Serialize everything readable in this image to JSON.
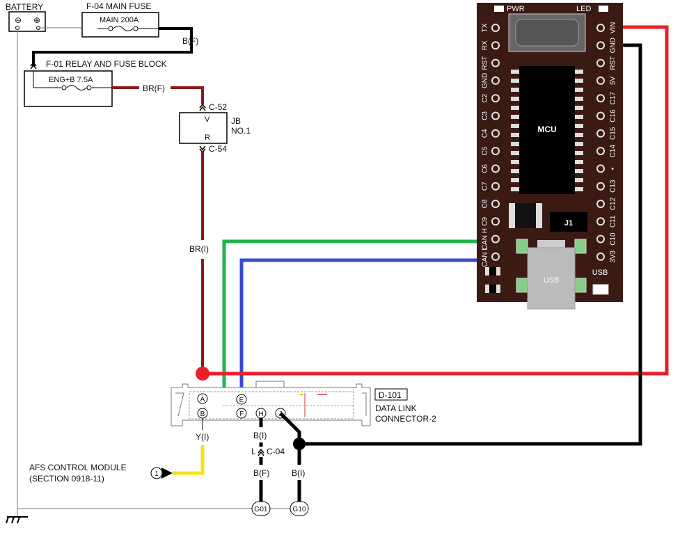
{
  "battery": {
    "label": "BATTERY",
    "minus": "⊖",
    "plus": "⊕"
  },
  "main_fuse": {
    "label": "F-04  MAIN FUSE",
    "value": "MAIN 200A",
    "wire": "B(F)"
  },
  "relay_block": {
    "label": "F-01  RELAY AND FUSE BLOCK",
    "fuse": "ENG+B 7.5A",
    "wire": "BR(F)"
  },
  "jb": {
    "name": "JB",
    "no": "NO.1",
    "top_connector": "C-52",
    "bottom_connector": "C-54",
    "pin_v": "V",
    "pin_r": "R"
  },
  "wires": {
    "br_i": "BR(I)",
    "y_i": "Y(I)",
    "b_i_h": "B(I)",
    "b_f": "B(F)",
    "b_i_j": "B(I)",
    "c04_pin": "L",
    "c04": "C-04"
  },
  "dlc": {
    "id": "D-101",
    "name": "DATA LINK",
    "name2": "CONNECTOR-2",
    "pins": [
      "A",
      "B",
      "E",
      "F",
      "H",
      "J"
    ]
  },
  "afs": {
    "marker": "1",
    "line1": "AFS CONTROL MODULE",
    "line2": "(SECTION 0918-11)"
  },
  "grounds": [
    "G01",
    "G10"
  ],
  "board": {
    "pwr": "PWR",
    "led": "LED",
    "mcu": "MCU",
    "j1": "J1",
    "usb_port": "USB",
    "usb": "USB",
    "left_pins": [
      "TX",
      "RX",
      "RST",
      "GND",
      "C2",
      "C3",
      "C4",
      "C5",
      "C6",
      "C7",
      "C8",
      "C9",
      "CAN H",
      "CAN L"
    ],
    "right_pins": [
      "VIN",
      "GND",
      "RST",
      "5V",
      "C17",
      "C16",
      "C15",
      "C14",
      "•",
      "C13",
      "C12",
      "C11",
      "C10",
      "3V3"
    ]
  },
  "colors": {
    "br": "#8b1a1a",
    "red": "#e8202a",
    "black": "#000000",
    "yellow": "#f7e21a",
    "green": "#1fb34a",
    "blue": "#3a4ad0",
    "board": "#3b1a14"
  }
}
